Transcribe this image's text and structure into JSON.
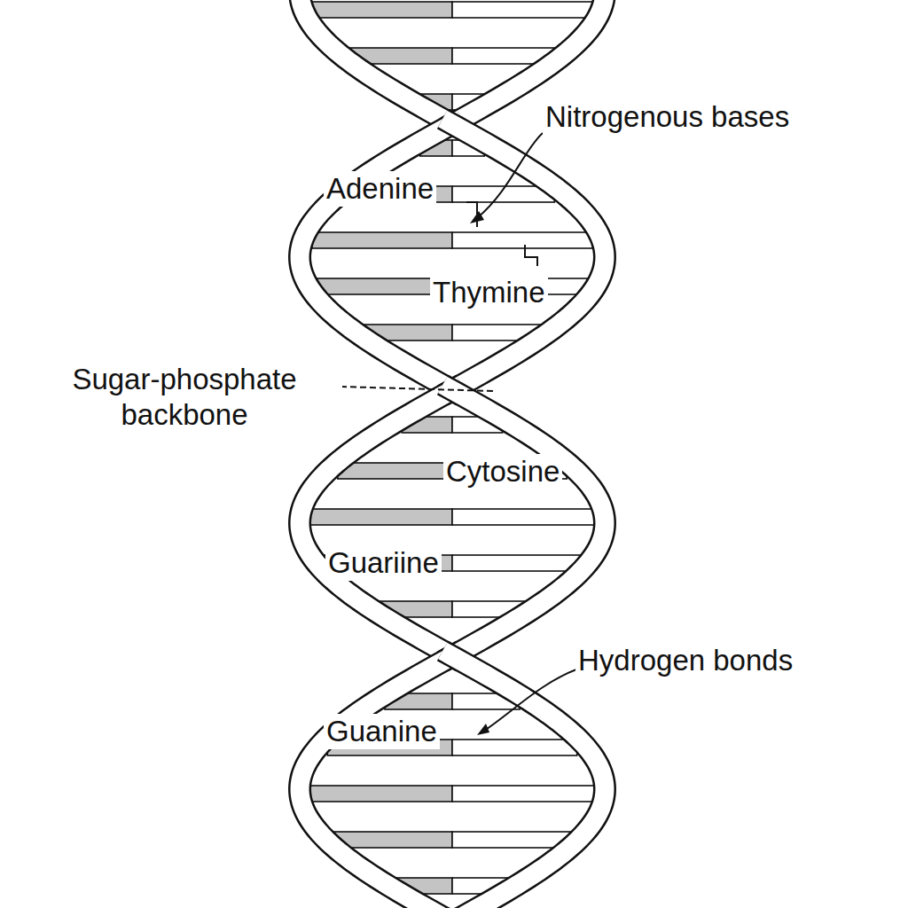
{
  "diagram": {
    "labels": [
      "Nitrogenous bases",
      "Adenine",
      "Thymine",
      "Sugar-phosphate backbone",
      "Cytosine",
      "Guariine",
      "Hydrogen bonds",
      "Guanine"
    ]
  }
}
